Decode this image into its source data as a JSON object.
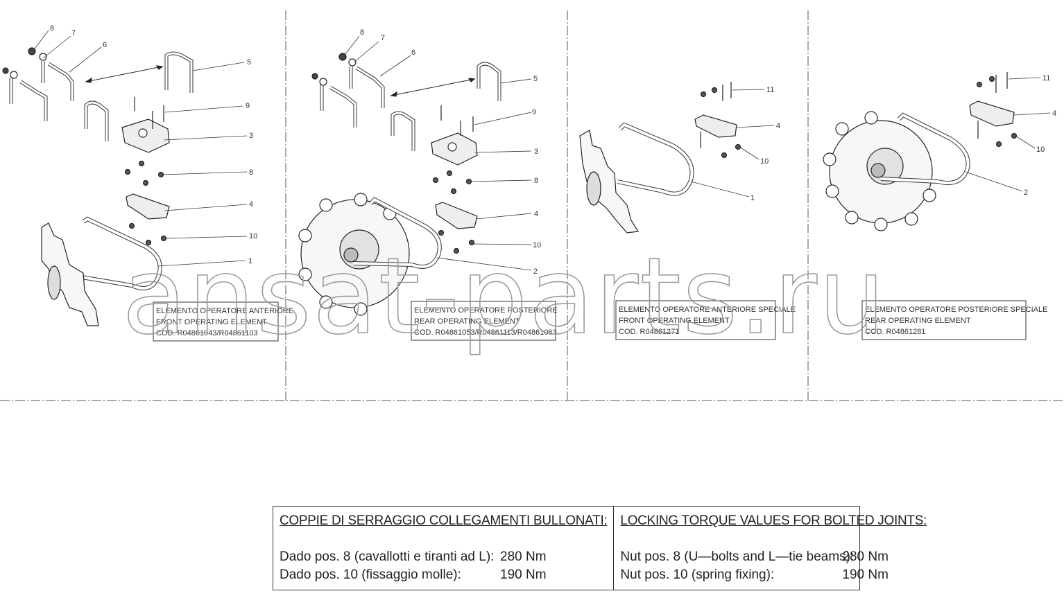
{
  "panels": [
    {
      "caption": [
        "ELEMENTO OPERATORE ANTERIORE",
        "FRONT OPERATING ELEMENT",
        "COD. R04861043/R04861103"
      ],
      "callouts": [
        "8",
        "7",
        "6",
        "5",
        "9",
        "3",
        "8",
        "4",
        "10",
        "1"
      ]
    },
    {
      "caption": [
        "ELEMENTO OPERATORE POSTERIORE",
        "REAR OPERATING ELEMENT",
        "COD. R04861053/R04861113/R04861063"
      ],
      "callouts": [
        "8",
        "7",
        "6",
        "5",
        "9",
        "3",
        "8",
        "4",
        "10",
        "2"
      ]
    },
    {
      "caption": [
        "ELEMENTO OPERATORE ANTERIORE SPECIALE",
        "FRONT OPERATING ELEMENT",
        "COD. R04861271"
      ],
      "callouts": [
        "11",
        "4",
        "10",
        "1"
      ]
    },
    {
      "caption": [
        "ELEMENTO OPERATORE POSTERIORE SPECIALE",
        "REAR OPERATING ELEMENT",
        "COD. R04861281"
      ],
      "callouts": [
        "11",
        "4",
        "10",
        "2"
      ]
    }
  ],
  "watermark": "ansat-parts.ru",
  "torque_table": {
    "italian": {
      "heading": "COPPIE DI SERRAGGIO COLLEGAMENTI BULLONATI:",
      "rows": [
        {
          "label": "Dado pos. 8 (cavallotti e tiranti ad L):",
          "value": "280 Nm"
        },
        {
          "label": "Dado pos. 10 (fissaggio molle):",
          "value": "190 Nm"
        }
      ]
    },
    "english": {
      "heading": "LOCKING TORQUE VALUES FOR BOLTED JOINTS:",
      "rows": [
        {
          "label": "Nut pos. 8 (U—bolts and L—tie beams):",
          "value": "280 Nm"
        },
        {
          "label": "Nut pos. 10 (spring fixing):",
          "value": "190 Nm"
        }
      ]
    }
  }
}
